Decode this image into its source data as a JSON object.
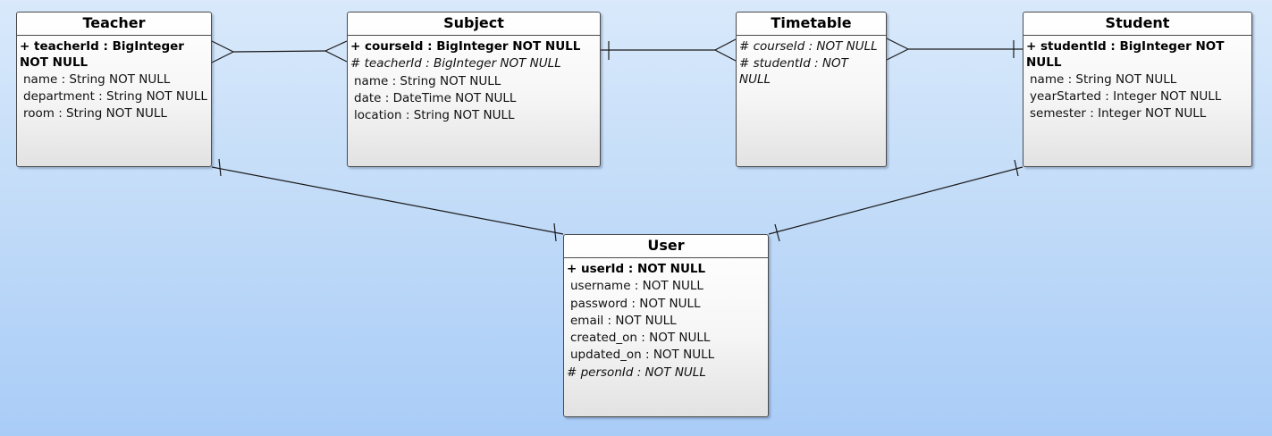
{
  "entities": {
    "teacher": {
      "name": "Teacher",
      "attributes": [
        {
          "text": "+ teacherId : BigInteger NOT NULL",
          "kind": "pk"
        },
        {
          "text": "name : String NOT NULL",
          "kind": "plain"
        },
        {
          "text": "department : String NOT NULL",
          "kind": "plain"
        },
        {
          "text": "room : String NOT NULL",
          "kind": "plain"
        }
      ]
    },
    "subject": {
      "name": "Subject",
      "attributes": [
        {
          "text": "+ courseId : BigInteger NOT NULL",
          "kind": "pk"
        },
        {
          "text": "# teacherId : BigInteger NOT NULL",
          "kind": "fk"
        },
        {
          "text": "name : String NOT NULL",
          "kind": "plain"
        },
        {
          "text": "date : DateTime NOT NULL",
          "kind": "plain"
        },
        {
          "text": "location : String NOT NULL",
          "kind": "plain"
        }
      ]
    },
    "timetable": {
      "name": "Timetable",
      "attributes": [
        {
          "text": "# courseId :  NOT NULL",
          "kind": "fk"
        },
        {
          "text": "# studentId :  NOT NULL",
          "kind": "fk"
        }
      ]
    },
    "student": {
      "name": "Student",
      "attributes": [
        {
          "text": "+ studentId : BigInteger NOT NULL",
          "kind": "pk"
        },
        {
          "text": "name : String NOT NULL",
          "kind": "plain"
        },
        {
          "text": "yearStarted : Integer NOT NULL",
          "kind": "plain"
        },
        {
          "text": "semester : Integer NOT NULL",
          "kind": "plain"
        }
      ]
    },
    "user": {
      "name": "User",
      "attributes": [
        {
          "text": "+ userId :  NOT NULL",
          "kind": "pk"
        },
        {
          "text": "username :  NOT NULL",
          "kind": "plain"
        },
        {
          "text": "password :  NOT NULL",
          "kind": "plain"
        },
        {
          "text": "email :  NOT NULL",
          "kind": "plain"
        },
        {
          "text": "created_on :  NOT NULL",
          "kind": "plain"
        },
        {
          "text": "updated_on :  NOT NULL",
          "kind": "plain"
        },
        {
          "text": "# personId :  NOT NULL",
          "kind": "fk"
        }
      ]
    }
  },
  "relationships": [
    {
      "from": "teacher",
      "from_end": "many",
      "to": "subject",
      "to_end": "many"
    },
    {
      "from": "subject",
      "from_end": "one",
      "to": "timetable",
      "to_end": "many"
    },
    {
      "from": "timetable",
      "from_end": "many",
      "to": "student",
      "to_end": "one"
    },
    {
      "from": "teacher",
      "from_end": "one",
      "to": "user",
      "to_end": "one"
    },
    {
      "from": "student",
      "from_end": "one",
      "to": "user",
      "to_end": "one"
    }
  ],
  "colors": {
    "background_top": "#d9e9fb",
    "background_bottom": "#a9ccf7",
    "entity_border": "#4a4a4a",
    "line": "#1a1a1a"
  }
}
